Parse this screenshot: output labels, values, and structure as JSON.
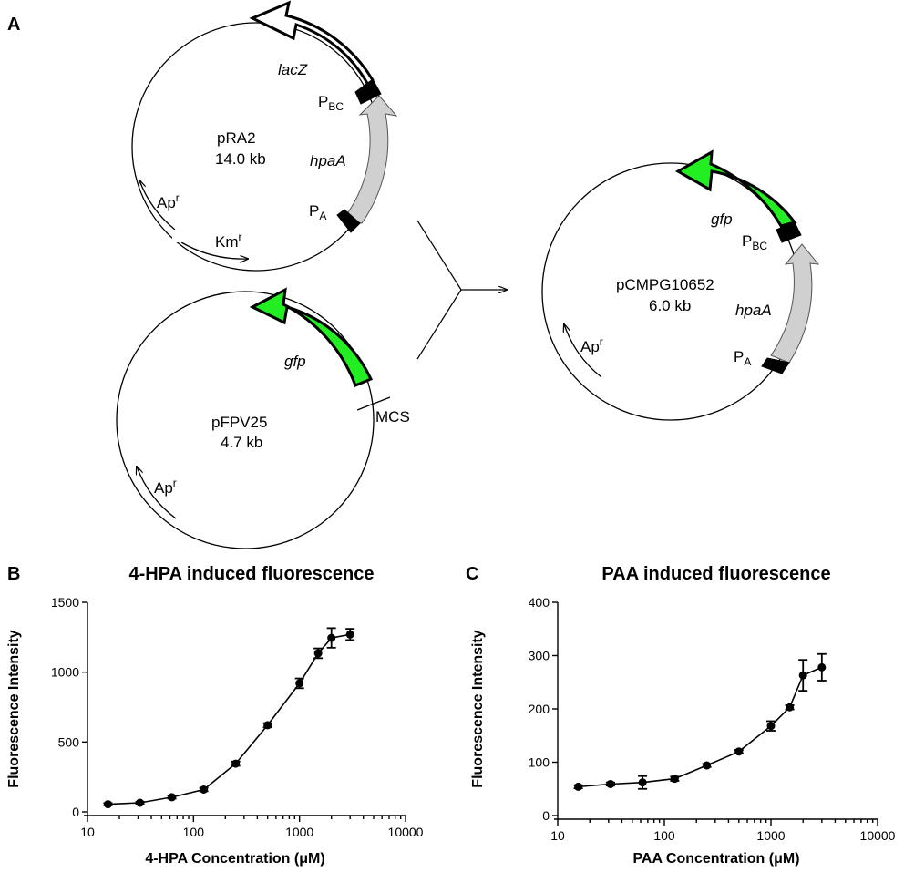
{
  "panel_a": {
    "letter": "A",
    "pra2": {
      "name": "pRA2",
      "size": "14.0 kb",
      "lacZ": "lacZ",
      "hpaA": "hpaA",
      "p_bc": "P",
      "p_bc_sub": "BC",
      "p_a": "P",
      "p_a_sub": "A",
      "apr": "Ap",
      "apr_sup": "r",
      "kmr": "Km",
      "kmr_sup": "r",
      "colors": {
        "lacZ": "#ffffff",
        "hpaA": "#d0d0d0",
        "promoter": "#000000"
      }
    },
    "pfpv25": {
      "name": "pFPV25",
      "size": "4.7 kb",
      "gfp": "gfp",
      "mcs": "MCS",
      "apr": "Ap",
      "apr_sup": "r",
      "colors": {
        "gfp": "#22ee22"
      }
    },
    "pcmpg": {
      "name": "pCMPG10652",
      "size": "6.0 kb",
      "gfp": "gfp",
      "hpaA": "hpaA",
      "p_bc": "P",
      "p_bc_sub": "BC",
      "p_a": "P",
      "p_a_sub": "A",
      "apr": "Ap",
      "apr_sup": "r",
      "colors": {
        "gfp": "#22ee22",
        "hpaA": "#d0d0d0",
        "promoter": "#000000"
      }
    }
  },
  "chart_data": [
    {
      "panel": "B",
      "type": "line",
      "title": "4-HPA induced fluorescence",
      "xlabel": "4-HPA Concentration (μM)",
      "ylabel": "Fluorescence Intensity",
      "x_scale": "log",
      "xlim": [
        10,
        10000
      ],
      "ylim": [
        0,
        1500
      ],
      "x_ticks": [
        10,
        100,
        1000,
        10000
      ],
      "x_tick_labels": [
        "10",
        "100",
        "1000",
        "10000"
      ],
      "y_ticks": [
        0,
        500,
        1000,
        1500
      ],
      "y_tick_labels": [
        "0",
        "500",
        "1000",
        "1500"
      ],
      "grid": false,
      "series": [
        {
          "x": [
            15.6,
            31.25,
            62.5,
            125,
            250,
            500,
            1000,
            1500,
            2000,
            3000
          ],
          "y": [
            55,
            65,
            105,
            160,
            345,
            620,
            920,
            1135,
            1245,
            1270
          ],
          "error": [
            8,
            8,
            10,
            12,
            15,
            15,
            35,
            35,
            70,
            40
          ]
        }
      ]
    },
    {
      "panel": "C",
      "type": "line",
      "title": "PAA induced fluorescence",
      "xlabel": "PAA Concentration (μM)",
      "ylabel": "Fluorescence Intensity",
      "x_scale": "log",
      "xlim": [
        10,
        10000
      ],
      "ylim": [
        0,
        400
      ],
      "x_ticks": [
        10,
        100,
        1000,
        10000
      ],
      "x_tick_labels": [
        "10",
        "100",
        "1000",
        "10000"
      ],
      "y_ticks": [
        0,
        100,
        200,
        300,
        400
      ],
      "y_tick_labels": [
        "0",
        "100",
        "200",
        "300",
        "400"
      ],
      "grid": false,
      "series": [
        {
          "x": [
            15.6,
            31.25,
            62.5,
            125,
            250,
            500,
            1000,
            1500,
            2000,
            3000
          ],
          "y": [
            54,
            59,
            62,
            69,
            94,
            120,
            168,
            203,
            263,
            278
          ],
          "error": [
            3,
            3,
            12,
            4,
            3,
            3,
            9,
            4,
            29,
            25
          ]
        }
      ]
    }
  ]
}
